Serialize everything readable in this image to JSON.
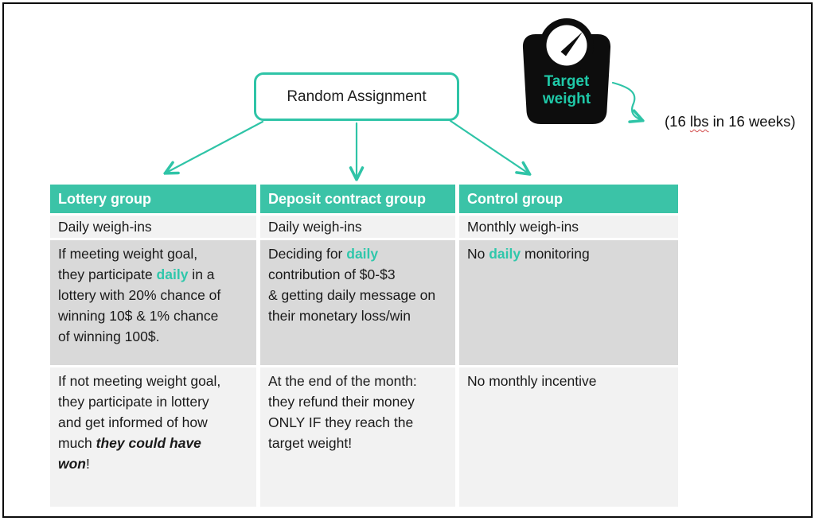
{
  "colors": {
    "teal_accent": "#2FC4A7",
    "header_bg": "#3BC3A7",
    "row_light": "#F2F2F2",
    "row_dark": "#D9D9D9",
    "ink": "#1A1A1A",
    "spellcheck_red": "#D24B4B"
  },
  "flow": {
    "random_assignment_label": "Random Assignment"
  },
  "scale": {
    "label_line1": "Target",
    "label_line2": "weight",
    "annotation_open": "(16 ",
    "annotation_underlined": "lbs",
    "annotation_rest": " in 16 weeks)"
  },
  "table": {
    "headers": [
      "Lottery group",
      "Deposit contract group",
      "Control group"
    ],
    "row1": [
      "Daily weigh-ins",
      "Daily weigh-ins",
      "Monthly weigh-ins"
    ],
    "row2": {
      "lottery": [
        {
          "t": "If meeting weight goal,"
        },
        {
          "br": true
        },
        {
          "t": "they participate "
        },
        {
          "t": "daily",
          "cls": "teal"
        },
        {
          "t": " in a"
        },
        {
          "br": true
        },
        {
          "t": "lottery with 20% chance of"
        },
        {
          "br": true
        },
        {
          "t": "winning 10$ & 1% chance"
        },
        {
          "br": true
        },
        {
          "t": "of winning 100$."
        }
      ],
      "deposit": [
        {
          "t": "Deciding for "
        },
        {
          "t": "daily",
          "cls": "teal"
        },
        {
          "br": true
        },
        {
          "t": "contribution of $0-$3"
        },
        {
          "br": true
        },
        {
          "t": "& getting daily message on"
        },
        {
          "br": true
        },
        {
          "t": "their monetary loss/win"
        }
      ],
      "control": [
        {
          "t": "No "
        },
        {
          "t": "daily",
          "cls": "teal"
        },
        {
          "t": " monitoring"
        }
      ]
    },
    "row3": {
      "lottery": [
        {
          "t": "If not meeting weight goal,"
        },
        {
          "br": true
        },
        {
          "t": "they participate in lottery"
        },
        {
          "br": true
        },
        {
          "t": "and get informed of how"
        },
        {
          "br": true
        },
        {
          "t": "much "
        },
        {
          "t": "they could have",
          "cls": "bi"
        },
        {
          "br": true
        },
        {
          "t": "won",
          "cls": "bi"
        },
        {
          "t": "!"
        }
      ],
      "deposit": [
        {
          "t": "At the end of the month:"
        },
        {
          "br": true
        },
        {
          "t": "they refund their money"
        },
        {
          "br": true
        },
        {
          "t": "ONLY IF they reach the"
        },
        {
          "br": true
        },
        {
          "t": "target weight!"
        }
      ],
      "control": [
        {
          "t": "No monthly incentive"
        }
      ]
    }
  }
}
